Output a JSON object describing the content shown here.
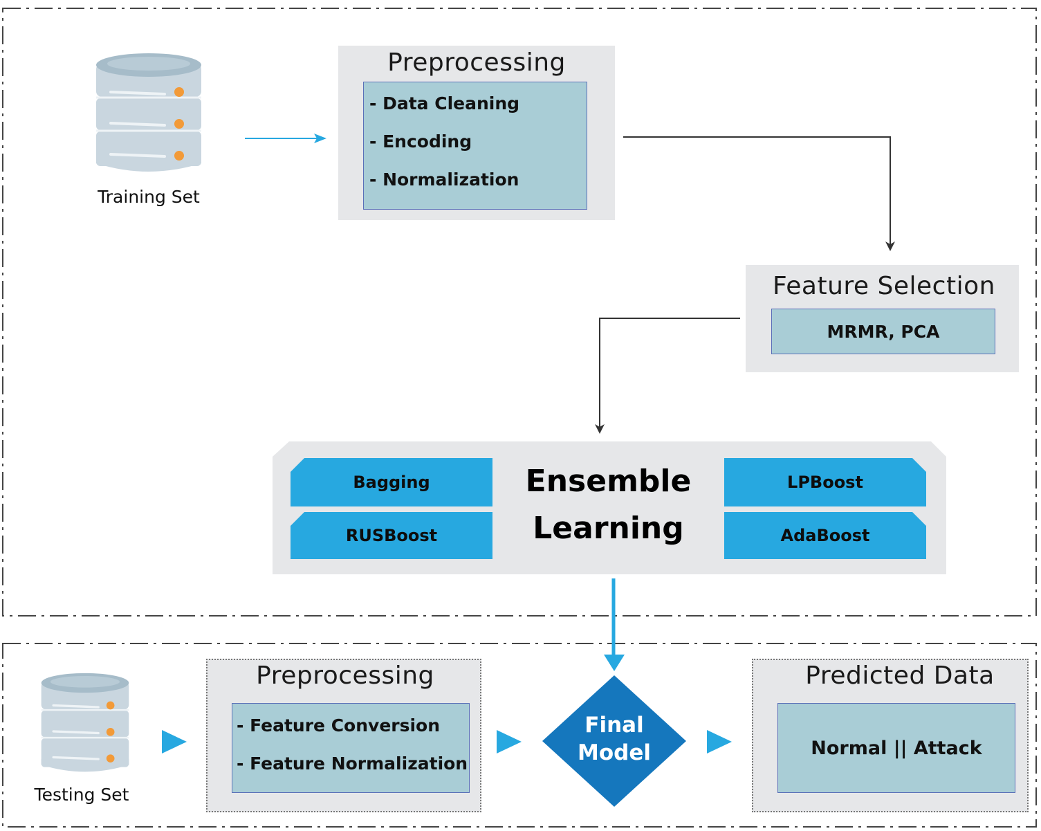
{
  "training": {
    "db_label": "Training Set",
    "preprocessing_title": "Preprocessing",
    "preprocessing_items": [
      "- Data Cleaning",
      "- Encoding",
      "- Normalization"
    ],
    "feature_selection_title": "Feature Selection",
    "feature_selection_methods": "MRMR, PCA"
  },
  "ensemble": {
    "title_line1": "Ensemble",
    "title_line2": "Learning",
    "algorithms": [
      "Bagging",
      "RUSBoost",
      "LPBoost",
      "AdaBoost"
    ]
  },
  "testing": {
    "db_label": "Testing Set",
    "preprocessing_title": "Preprocessing",
    "preprocessing_items": [
      "- Feature Conversion",
      "- Feature Normalization"
    ],
    "final_model_line1": "Final",
    "final_model_line2": "Model",
    "predicted_title": "Predicted Data",
    "predicted_value": "Normal || Attack"
  },
  "colors": {
    "accent_blue": "#27a8e0",
    "diamond_blue": "#1577bd",
    "panel_gray": "#e6e7e9",
    "inner_teal": "#a9cdd6",
    "db_body": "#c9d6df",
    "db_dot": "#f29a38"
  },
  "icons": {
    "database": "database-icon",
    "arrow": "arrow-icon"
  }
}
